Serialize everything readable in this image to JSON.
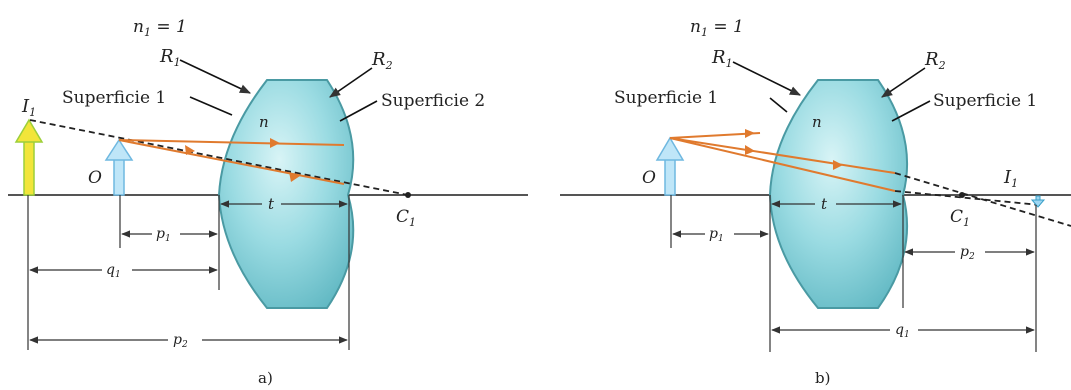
{
  "colors": {
    "axis": "#555555",
    "lens_fill": "#8fd3da",
    "lens_stroke": "#4a9aa3",
    "ray": "#e07a2e",
    "object_arrow": "#9fd6f2",
    "image_arrow": "#f2e53a",
    "image_arrow_stem": "#9ccf3a",
    "dashed": "#222222"
  },
  "panel_a": {
    "n1": "n",
    "n1_sub": "1",
    "n1_value": " = 1",
    "R1": "R",
    "R1_sub": "1",
    "R2": "R",
    "R2_sub": "2",
    "surface1": "Superficie 1",
    "surface2": "Superficie 2",
    "n": "n",
    "I1": "I",
    "I1_sub": "1",
    "O": "O",
    "C1": "C",
    "C1_sub": "1",
    "t": "t",
    "p1": "p",
    "p1_sub": "1",
    "q1": "q",
    "q1_sub": "1",
    "p2": "p",
    "p2_sub": "2",
    "caption": "a)"
  },
  "panel_b": {
    "n1": "n",
    "n1_sub": "1",
    "n1_value": " = 1",
    "R1": "R",
    "R1_sub": "1",
    "R2": "R",
    "R2_sub": "2",
    "surface1": "Superficie 1",
    "surface2": "Superficie 1",
    "n": "n",
    "I1": "I",
    "I1_sub": "1",
    "O": "O",
    "C1": "C",
    "C1_sub": "1",
    "t": "t",
    "p1": "p",
    "p1_sub": "1",
    "p2": "p",
    "p2_sub": "2",
    "q1": "q",
    "q1_sub": "1",
    "caption": "b)"
  }
}
